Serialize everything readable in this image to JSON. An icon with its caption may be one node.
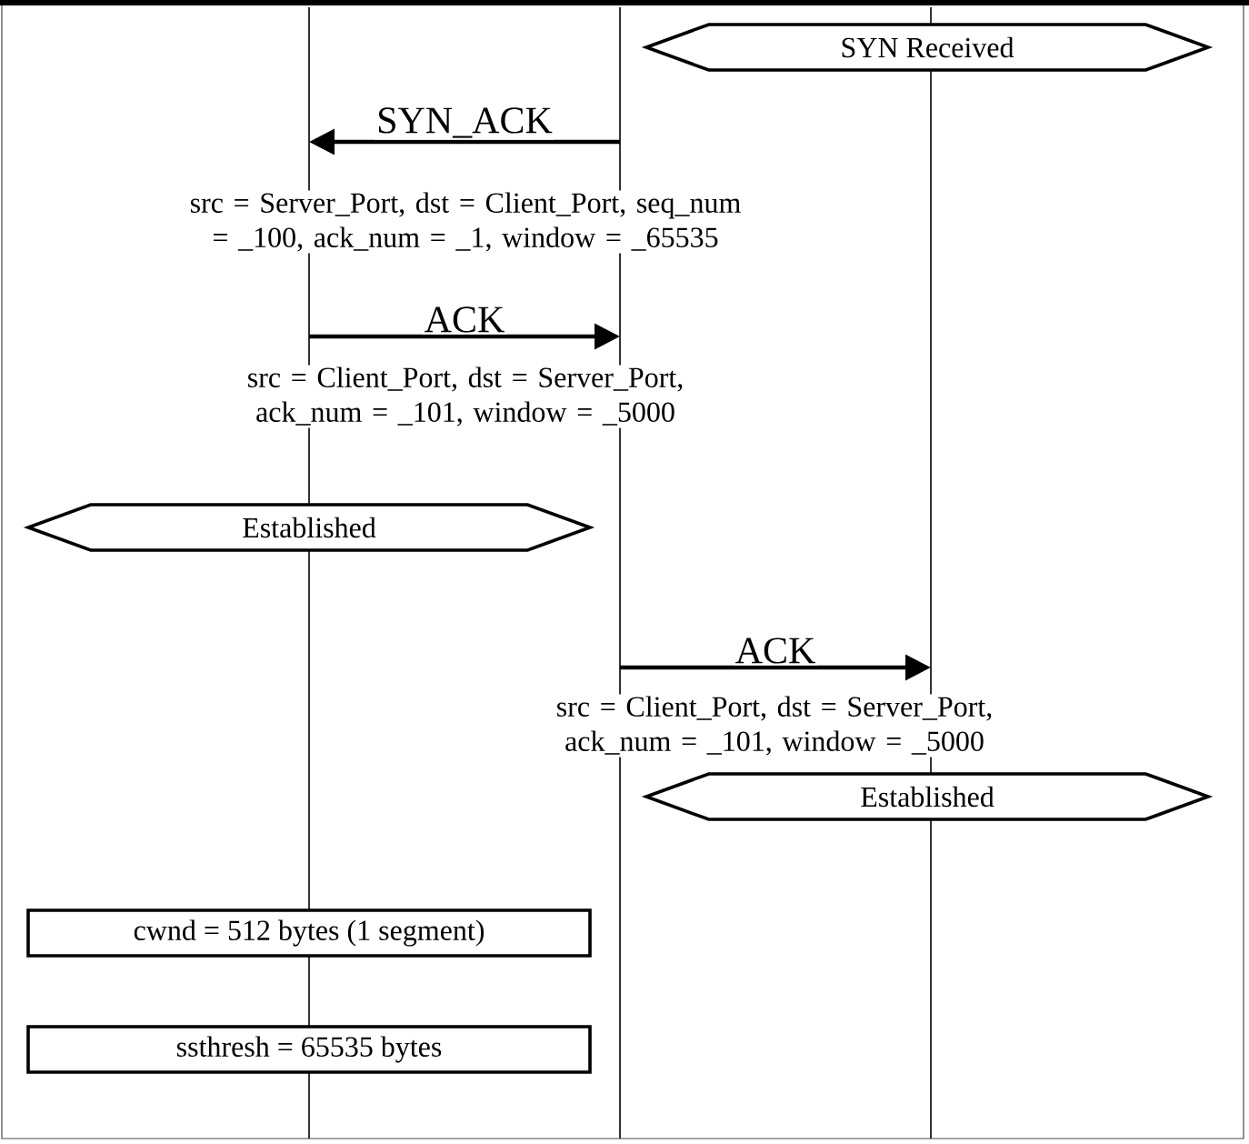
{
  "diagram": {
    "nodes": [
      {
        "text": [],
        "shape": "bar"
      },
      {
        "text": [],
        "shape": "bar"
      },
      {
        "text": [],
        "shape": "bar"
      },
      {
        "text": [
          "SYN Received"
        ]
      },
      {
        "text": [
          "Established"
        ]
      },
      {
        "text": [
          "Established"
        ]
      },
      {
        "text": [
          "cwnd = 512 bytes (1 segment)"
        ]
      },
      {
        "text": [
          "ssthresh = 65535 bytes"
        ]
      }
    ],
    "edges": [
      {
        "from": 1,
        "to": 0,
        "arrow": "to",
        "label": "SYN_ACK"
      },
      {
        "from": 0,
        "to": 1,
        "arrow": "to",
        "label": "ACK"
      },
      {
        "from": 1,
        "to": 2,
        "arrow": "to",
        "label": "ACK"
      }
    ],
    "labels": [
      "src = Server_Port, dst = Client_Port, seq_num = _100, ack_num = _1, window = _65535",
      "src = Client_Port, dst = Server_Port, ack_num = _101, window = _5000",
      "src = Client_Port, dst = Server_Port, ack_num = _101, window = _5000"
    ]
  }
}
